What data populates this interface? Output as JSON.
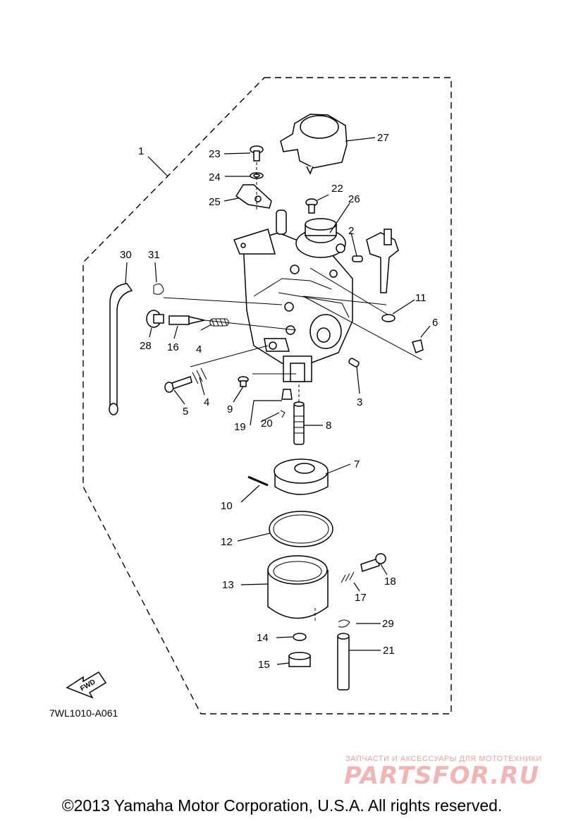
{
  "callouts": [
    "1",
    "2",
    "3",
    "4",
    "4",
    "5",
    "6",
    "7",
    "8",
    "9",
    "10",
    "11",
    "12",
    "13",
    "14",
    "15",
    "16",
    "17",
    "18",
    "19",
    "20",
    "21",
    "22",
    "23",
    "24",
    "25",
    "26",
    "27",
    "28",
    "29",
    "30",
    "31"
  ],
  "fwd_label": "FWD",
  "diagram_code": "7WL1010-A061",
  "watermark": {
    "tagline": "ЗАПЧАСТИ И АКСЕССУАРЫ ДЛЯ МОТОТЕХНИКИ",
    "logo": "PARTSFOR.RU"
  },
  "copyright": "©2013 Yamaha Motor Corporation, U.S.A. All rights reserved."
}
